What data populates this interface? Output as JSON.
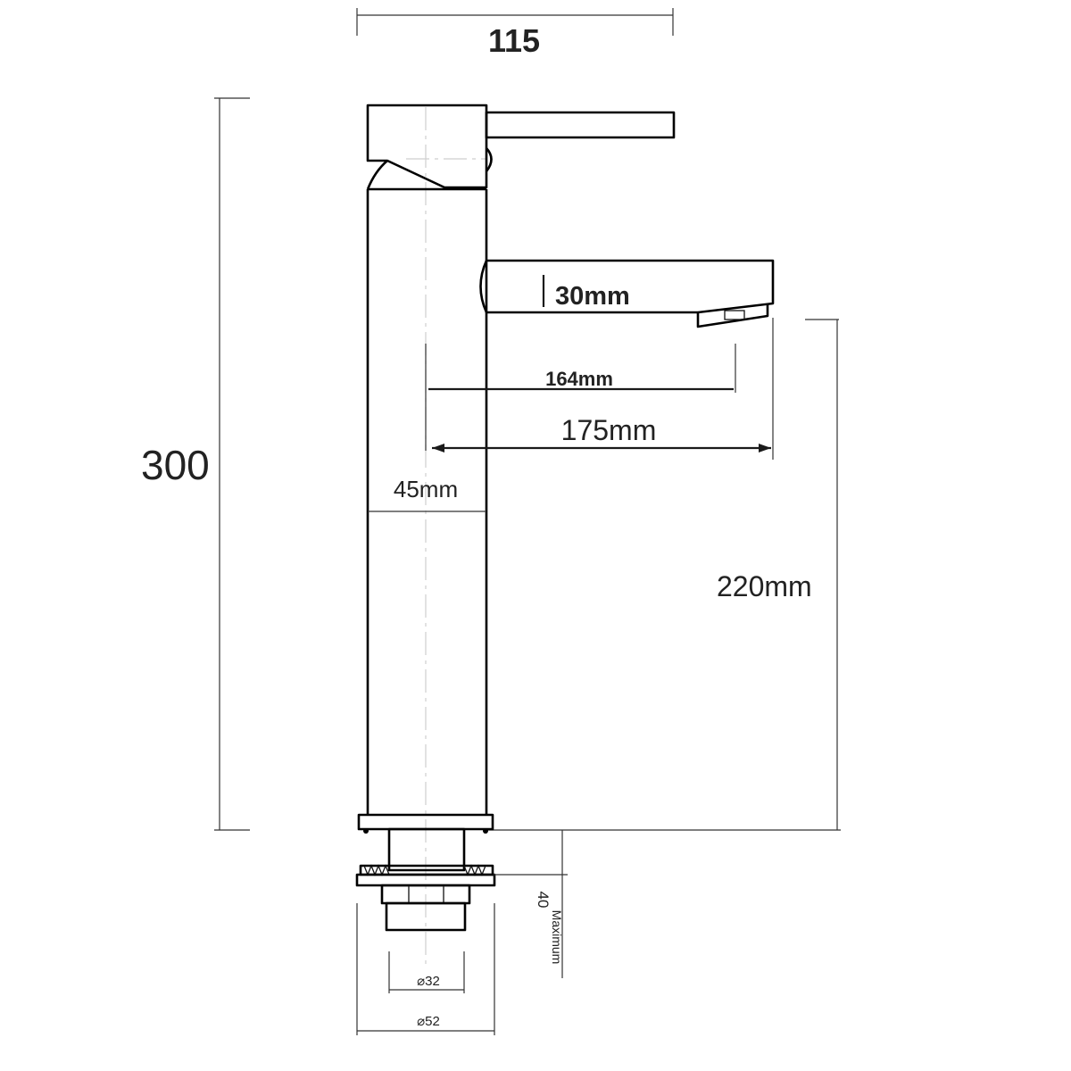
{
  "title": "",
  "dimensions": {
    "overall_width": "115",
    "overall_height": "300",
    "spout_height": "30mm",
    "reach_inner": "164mm",
    "reach_outer": "175mm",
    "body_diameter": "45mm",
    "spout_clearance": "220mm",
    "max_thickness_value": "40",
    "max_thickness_label": "Maximum",
    "thread_diameter": "⌀32",
    "flange_diameter": "⌀52"
  },
  "parts": [
    "lever-handle",
    "handle-body",
    "faucet-body",
    "spout",
    "aerator",
    "base-ring",
    "mounting-shank",
    "mounting-nut",
    "lock-washer"
  ],
  "colors": {
    "line": "#000000",
    "dimension": "#333333",
    "centerline": "#cfcfcf",
    "text": "#222222"
  }
}
